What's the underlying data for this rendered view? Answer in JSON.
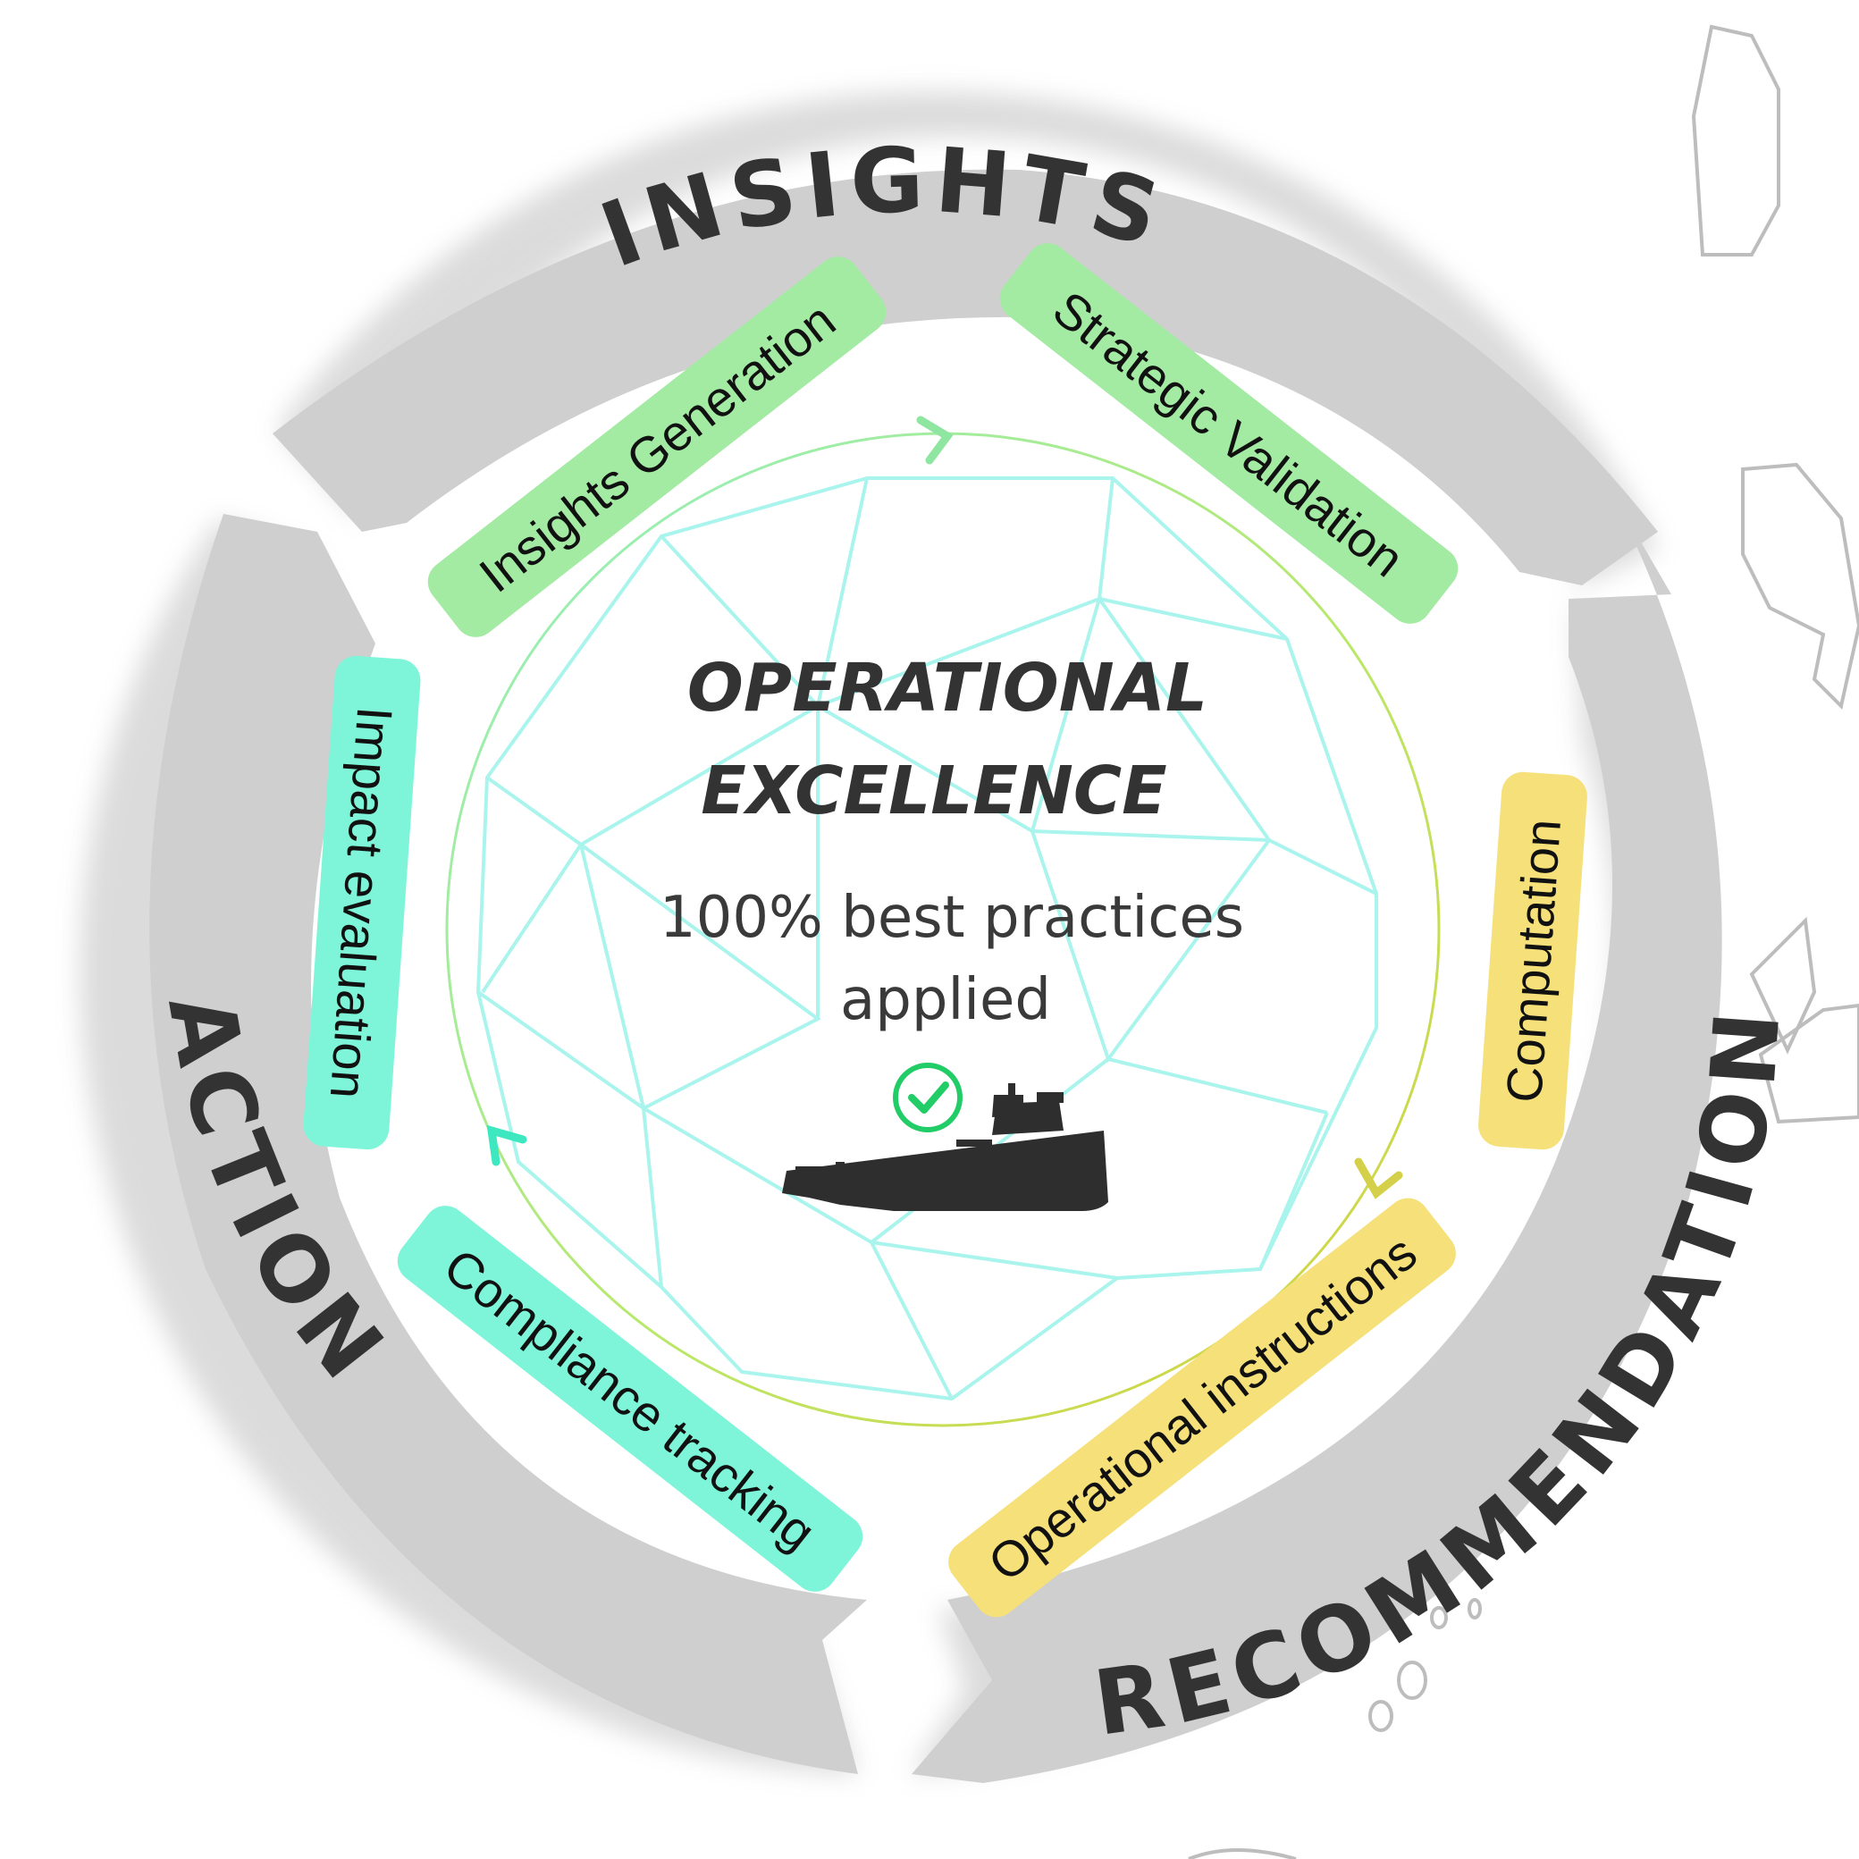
{
  "center": {
    "title_line1": "OPERATIONAL",
    "title_line2": "EXCELLENCE",
    "subtitle_line1": "100% best practices",
    "subtitle_line2": "applied"
  },
  "phases": {
    "insights": "INSIGHTS",
    "recommendation": "RECOMMENDATION",
    "action": "ACTION"
  },
  "steps": {
    "insights_generation": "Insights Generation",
    "strategic_validation": "Strategic Validation",
    "computation": "Computation",
    "operational_instructions": "Operational instructions",
    "compliance_tracking": "Compliance tracking",
    "impact_evaluation": "Impact evaluation"
  },
  "colors": {
    "ring_grey": "#cfcfcf",
    "insights_green": "#a3eaa3",
    "recommendation_yellow": "#f5e07a",
    "action_teal": "#7ef5d8",
    "sphere_line": "#a9f4ec",
    "check_green": "#22cc66",
    "dark_text": "#333333"
  },
  "icons": {
    "center_check": "check-circle-icon",
    "vessel": "ship-icon"
  }
}
